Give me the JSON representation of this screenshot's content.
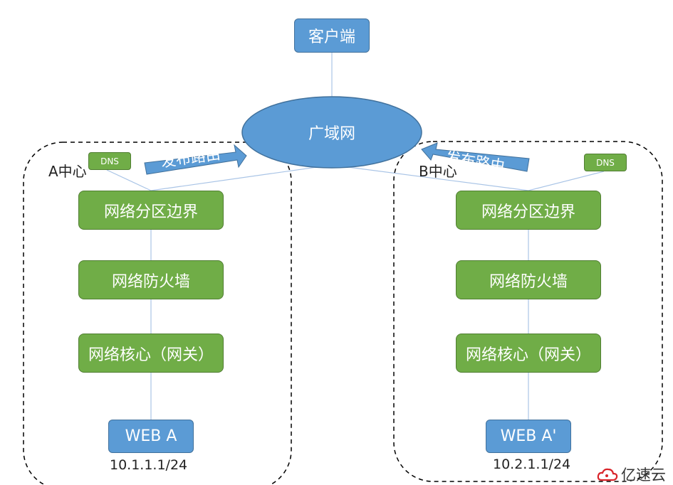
{
  "client": "客户端",
  "wan": "广域网",
  "publish_route_label": "发布路由",
  "center_a": {
    "title": "A中心",
    "dns": "DNS",
    "boundary": "网络分区边界",
    "firewall": "网络防火墙",
    "core": "网络核心（网关）",
    "web": "WEB A",
    "subnet": "10.1.1.1/24"
  },
  "center_b": {
    "title": "B中心",
    "dns": "DNS",
    "boundary": "网络分区边界",
    "firewall": "网络防火墙",
    "core": "网络核心（网关）",
    "web": "WEB A'",
    "subnet": "10.2.1.1/24"
  },
  "watermark": "亿速云",
  "colors": {
    "blue_node": "#5b9bd5",
    "green_node": "#70ad47",
    "connector": "#a9c4e6",
    "boundary": "#000000",
    "watermark_logo": "#d9242a"
  }
}
